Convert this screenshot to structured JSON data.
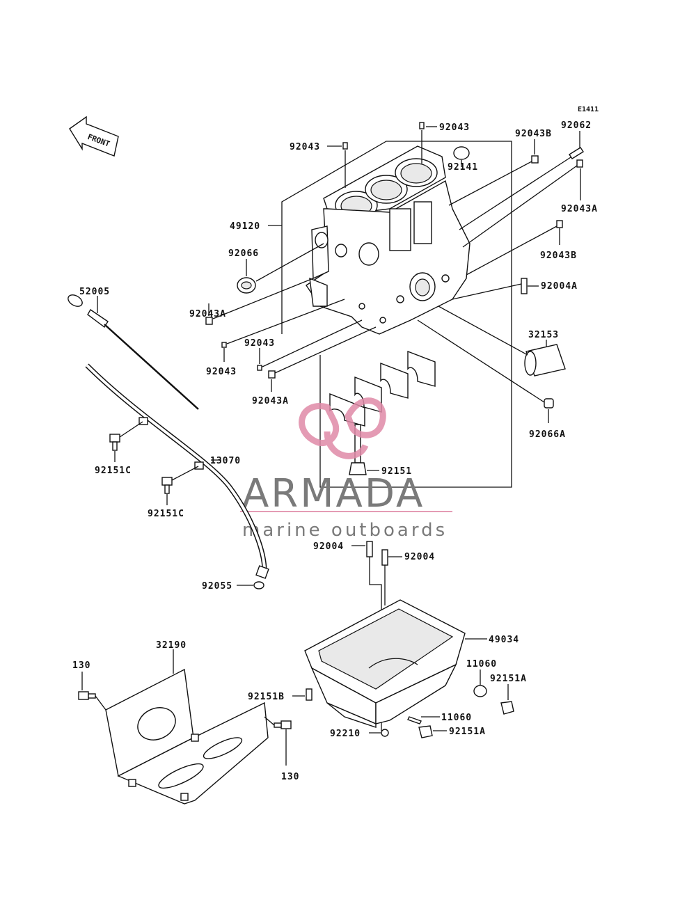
{
  "diagram": {
    "code": "E1411",
    "front_arrow_label": "FRONT",
    "watermark": {
      "title": "ARMADA",
      "subtitle": "marine outboards",
      "accent_color": "#e08aa8",
      "text_color": "#7a7a7a"
    },
    "labels": {
      "p92043_top": "92043",
      "p92043_upper_left": "92043",
      "p92043B_top": "92043B",
      "p92062": "92062",
      "p92141": "92141",
      "p49120": "49120",
      "p92043A_right": "92043A",
      "p92066": "92066",
      "p92043B_right": "92043B",
      "p92004A": "92004A",
      "p52005": "52005",
      "p92043A_left": "92043A",
      "p92043_mid": "92043",
      "p92043_low_left": "92043",
      "p32153": "32153",
      "p92043A_low": "92043A",
      "p92066A": "92066A",
      "p92151C_a": "92151C",
      "p92151": "92151",
      "p13070": "13070",
      "p92151C_b": "92151C",
      "p92004_a": "92004",
      "p92004_b": "92004",
      "p92055": "92055",
      "p49034": "49034",
      "p32190": "32190",
      "p11060_a": "11060",
      "p130_a": "130",
      "p92151A_a": "92151A",
      "p92151B": "92151B",
      "p11060_b": "11060",
      "p92210": "92210",
      "p92151A_b": "92151A",
      "p130_b": "130"
    }
  }
}
